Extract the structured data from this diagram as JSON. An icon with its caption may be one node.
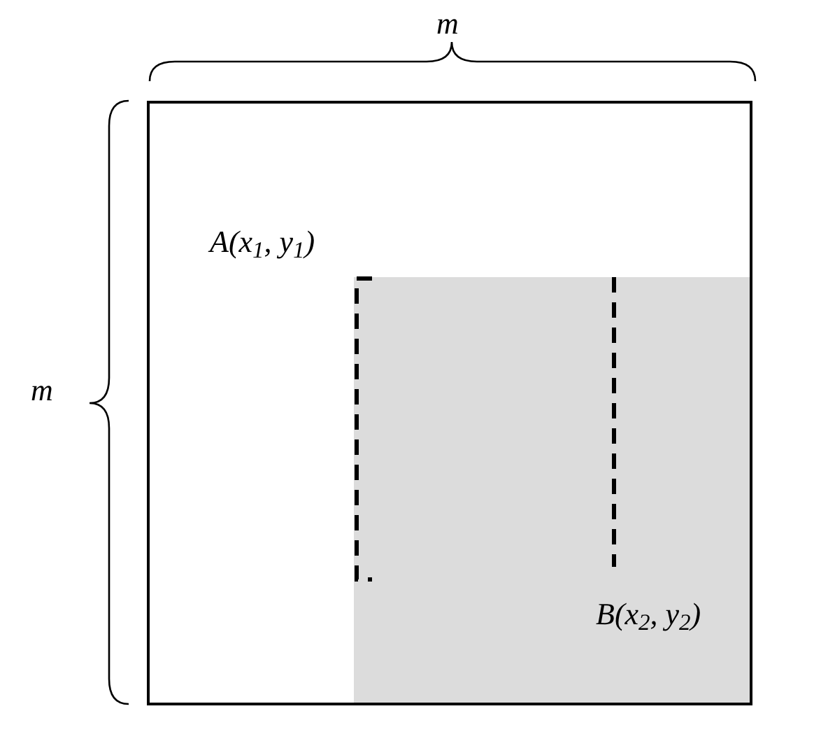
{
  "diagram": {
    "labels": [
      "m",
      "m",
      "A(x$_{1}$, y$_{1}$)",
      "B(x$_{2}$, y$_{2}$)"
    ]
  }
}
